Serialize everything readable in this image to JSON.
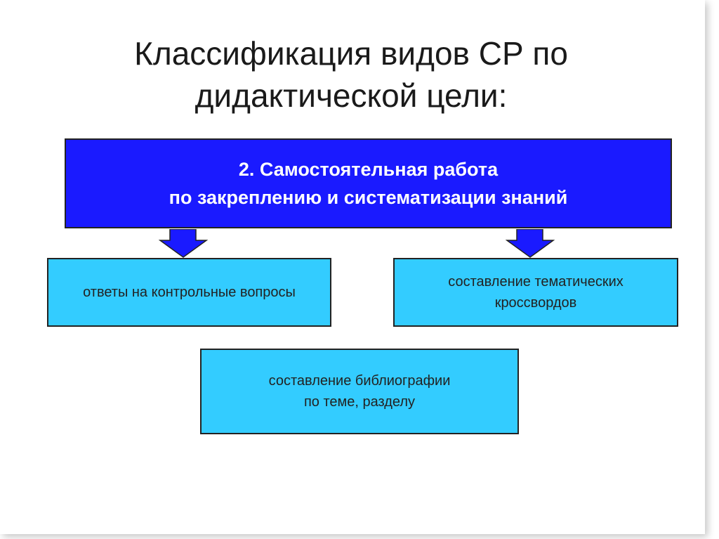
{
  "title": {
    "line1": "Классификация видов СР по",
    "line2": "дидактической цели:"
  },
  "main_box": {
    "line1": "2. Самостоятельная работа",
    "line2": "по закреплению и систематизации знаний"
  },
  "boxes": [
    {
      "lines": [
        "ответы на контрольные вопросы"
      ]
    },
    {
      "lines": [
        "составление тематических",
        "кроссвордов"
      ]
    },
    {
      "lines": [
        "составление библиографии",
        "по теме, разделу"
      ]
    }
  ],
  "colors": {
    "main_fill": "#1a1aff",
    "sub_fill": "#33ccff",
    "text_dark": "#222222"
  }
}
